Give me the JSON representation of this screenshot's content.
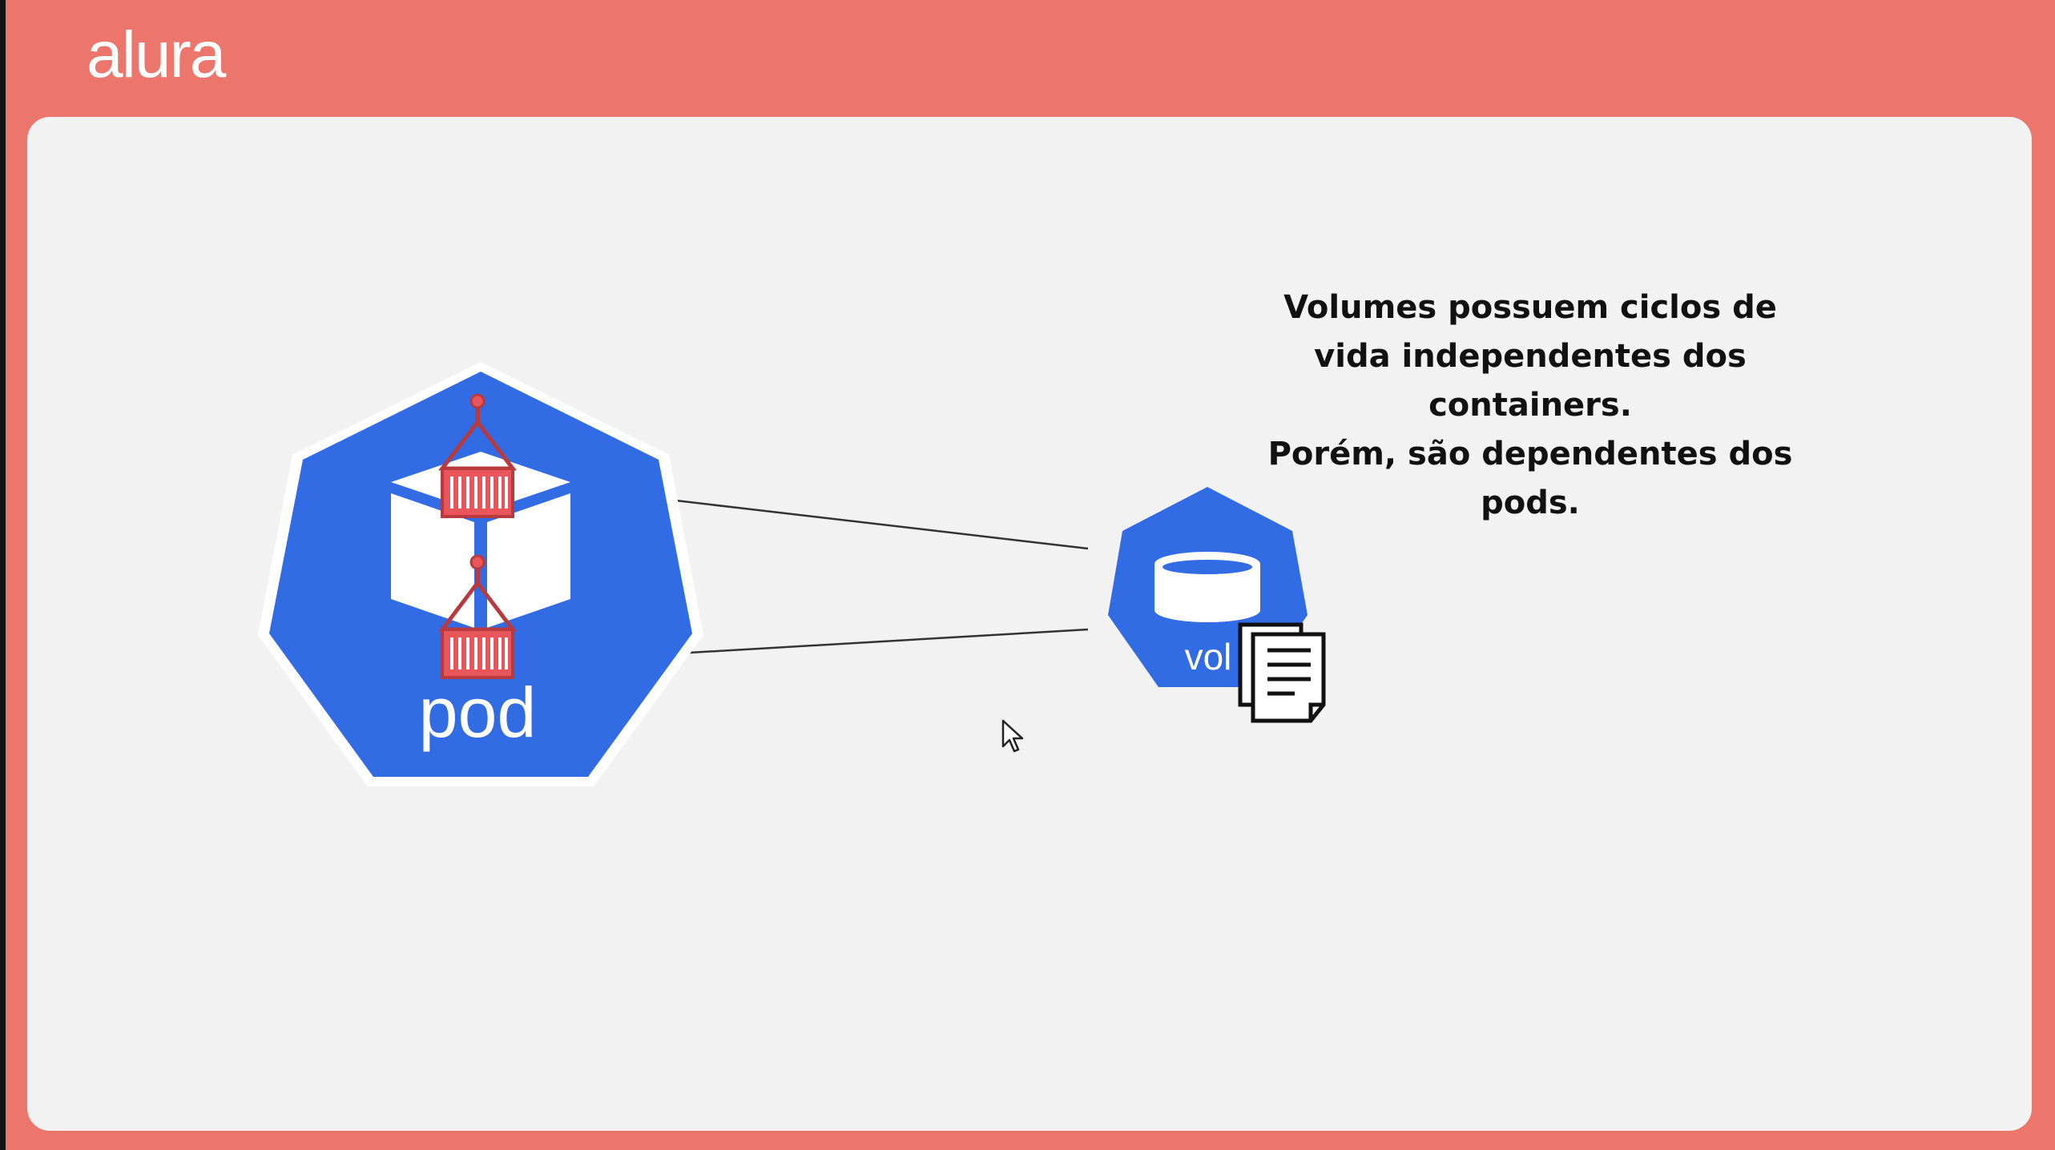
{
  "header": {
    "logo_text": "alura"
  },
  "slide": {
    "pod": {
      "label": "pod",
      "icon": "pod-hexagon-icon",
      "containers": [
        "container-icon",
        "container-icon"
      ]
    },
    "volume": {
      "label": "vol",
      "icon": "volume-hexagon-icon",
      "document_icon": "document-icon"
    },
    "caption_lines": [
      "Volumes possuem ciclos de",
      "vida independentes dos",
      "containers.",
      "Porém, são dependentes dos",
      "pods."
    ]
  },
  "colors": {
    "frame": "#ec766c",
    "slide_bg": "#f2f2f2",
    "kubernetes_blue": "#326ce5",
    "container_red": "#e8555a"
  }
}
